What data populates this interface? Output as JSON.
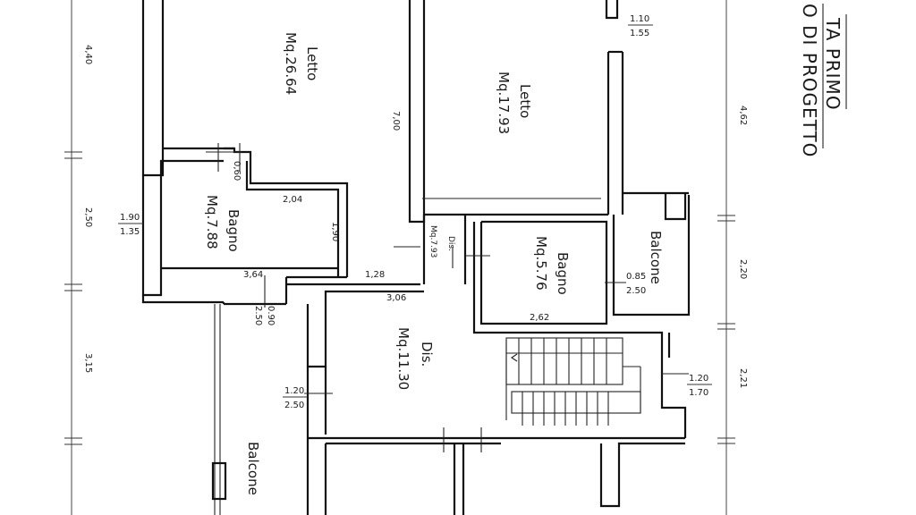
{
  "title": {
    "line1": "TA PRIMO",
    "line2": "O DI PROGETTO"
  },
  "rooms": {
    "letto1": {
      "name": "Letto",
      "area": "Mq.26.64"
    },
    "letto2": {
      "name": "Letto",
      "area": "Mq.17.93"
    },
    "bagno1": {
      "name": "Bagno",
      "area": "Mq.7.88"
    },
    "bagno2": {
      "name": "Bagno",
      "area": "Mq.5.76"
    },
    "dis_small": {
      "name": "Dis.",
      "area": "Mq.7.93"
    },
    "dis_main": {
      "name": "Dis.",
      "area": "Mq.11.30"
    },
    "balcone_right": {
      "name": "Balcone"
    },
    "balcone_bottom": {
      "name": "Balcone"
    }
  },
  "dims": {
    "left_4_40": "4,40",
    "left_2_50": "2,50",
    "left_3_15": "3,15",
    "right_4_62": "4,62",
    "right_2_20": "2,20",
    "right_2_21": "2,21",
    "win_top_a": "1.10",
    "win_top_b": "1.55",
    "height_7_00": "7,00",
    "d_0_60": "0,60",
    "d_2_04": "2,04",
    "d_1_90": "1,90",
    "left_win_a": "1.90",
    "left_win_b": "1.35",
    "d_3_64": "3,64",
    "win_090": "0.90",
    "win_250": "2.50",
    "d_1_28": "1,28",
    "d_3_06": "3,06",
    "bagno2_win_a": "0.85",
    "bagno2_win_b": "2.50",
    "d_2_62": "2,62",
    "stair_win_a": "1.20",
    "stair_win_b": "1.70",
    "dis_win_a": "1.20",
    "dis_win_b": "2.50"
  }
}
